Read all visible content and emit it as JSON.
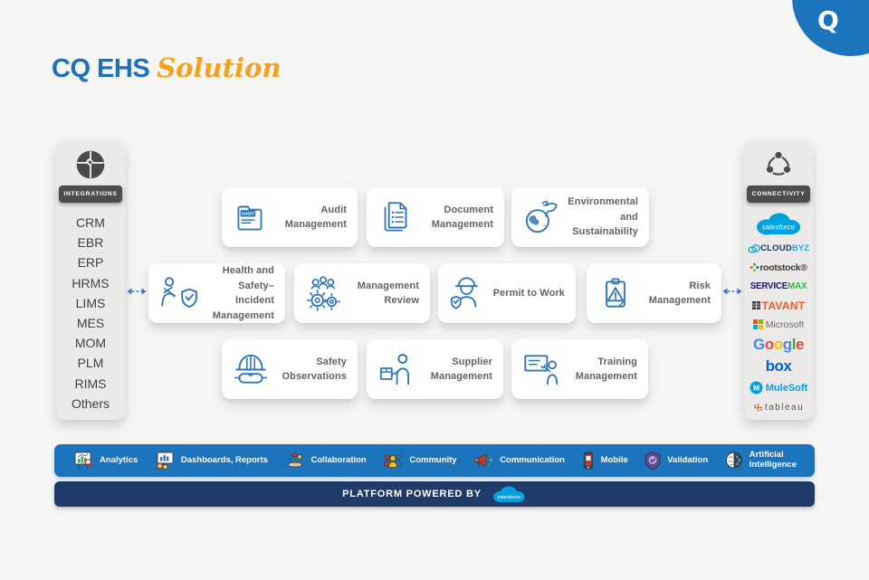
{
  "colors": {
    "accent_blue": "#1d71b8",
    "accent_orange": "#f7a01b",
    "icon_blue": "#2f76b7",
    "feature_bar_blue": "#1b74bc",
    "platform_bar_navy": "#1e3b6a",
    "badge_gray": "#4d4d4d",
    "background": "#f5f5f3"
  },
  "header": {
    "title_main": "CQ EHS",
    "title_accent": "Solution"
  },
  "corner_logo": {
    "letter": "Q"
  },
  "integrations": {
    "badge": "INTEGRATIONS",
    "items": [
      "CRM",
      "EBR",
      "ERP",
      "HRMS",
      "LIMS",
      "MES",
      "MOM",
      "PLM",
      "RIMS",
      "Others"
    ]
  },
  "connectivity": {
    "badge": "CONNECTIVITY",
    "salesforce": "salesforce",
    "cloudbyz": {
      "dark": "CLOUD",
      "light": "BYZ"
    },
    "rootstock": {
      "name": "rootstock",
      "reg": "®"
    },
    "servicemax": {
      "dark": "SERVICE",
      "green": "MAX"
    },
    "tavant": "TAVANT",
    "microsoft": "Microsoft",
    "google": {
      "g1": "G",
      "o1": "o",
      "o2": "o",
      "g2": "g",
      "l1": "l",
      "e1": "e"
    },
    "box": "box",
    "mulesoft": "MuleSoft",
    "tableau": "tableau"
  },
  "modules": {
    "audit": {
      "label": "Audit\nManagement",
      "icon_tag": "AUDIT"
    },
    "document": {
      "label": "Document\nManagement"
    },
    "environmental": {
      "label": "Environmental\nand\nSustainability"
    },
    "health_safety": {
      "label": "Health and\nSafety– Incident\nManagement"
    },
    "management_review": {
      "label": "Management\nReview"
    },
    "permit": {
      "label": "Permit to Work"
    },
    "risk": {
      "label": "Risk\nManagement"
    },
    "safety_observations": {
      "label": "Safety\nObservations"
    },
    "supplier": {
      "label": "Supplier\nManagement"
    },
    "training": {
      "label": "Training\nManagement"
    }
  },
  "features": [
    {
      "label": "Analytics"
    },
    {
      "label": "Dashboards, Reports"
    },
    {
      "label": "Collaboration"
    },
    {
      "label": "Community"
    },
    {
      "label": "Communication"
    },
    {
      "label": "Mobile"
    },
    {
      "label": "Validation"
    },
    {
      "label": "Artificial\nIntelligence"
    }
  ],
  "platform": {
    "label": "PLATFORM POWERED BY",
    "provider": "salesforce"
  }
}
